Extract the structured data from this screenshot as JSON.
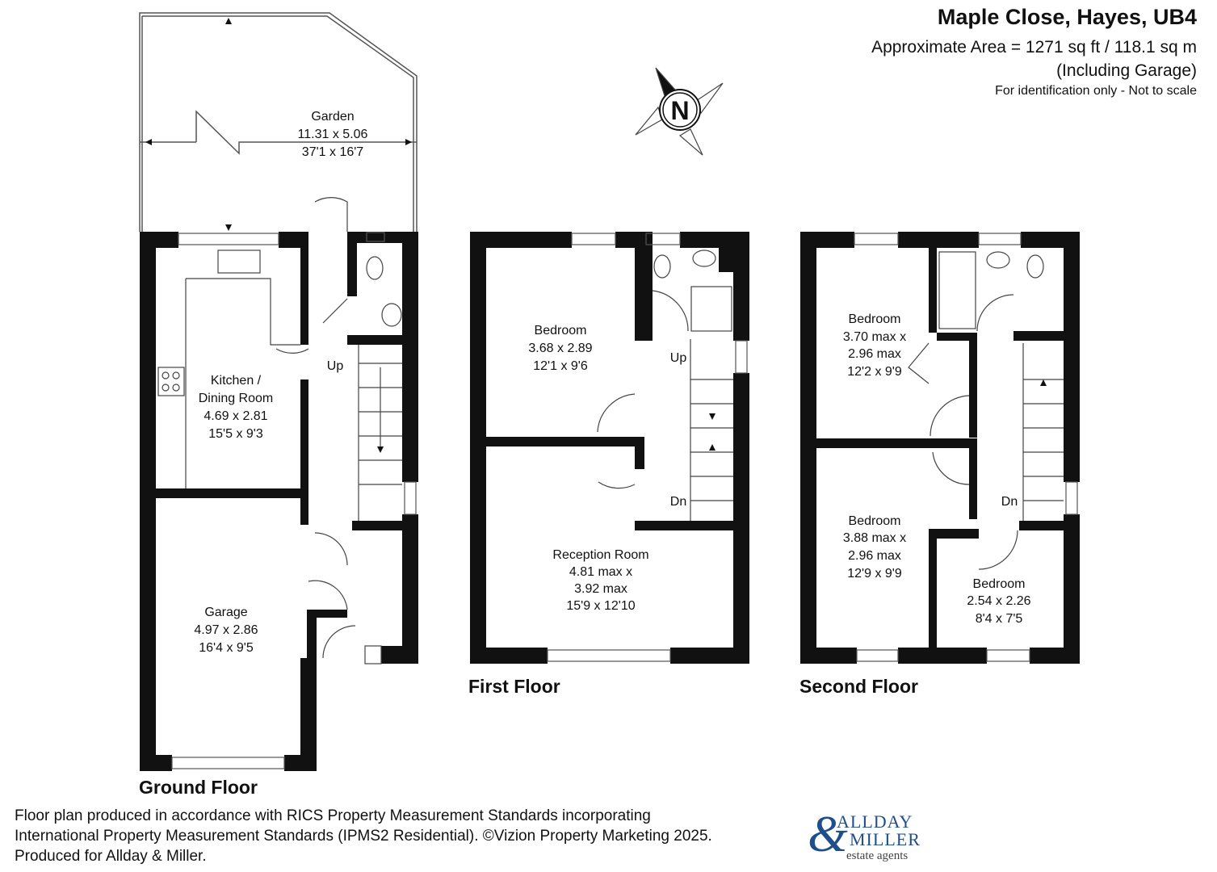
{
  "header": {
    "title": "Maple Close, Hayes, UB4",
    "area": "Approximate Area = 1271 sq ft / 118.1 sq m",
    "including": "(Including Garage)",
    "note": "For identification only - Not to scale"
  },
  "compass": {
    "letter": "N"
  },
  "rooms": {
    "garden": {
      "name": "Garden",
      "metric": "11.31 x 5.06",
      "imperial": "37'1 x 16'7"
    },
    "kitchen": {
      "name1": "Kitchen /",
      "name2": "Dining Room",
      "metric": "4.69 x 2.81",
      "imperial": "15'5 x 9'3"
    },
    "garage": {
      "name": "Garage",
      "metric": "4.97 x 2.86",
      "imperial": "16'4 x 9'5"
    },
    "ff_bedroom": {
      "name": "Bedroom",
      "metric": "3.68 x 2.89",
      "imperial": "12'1 x 9'6"
    },
    "reception": {
      "name": "Reception Room",
      "metric1": "4.81 max x",
      "metric2": "3.92 max",
      "imperial": "15'9 x 12'10"
    },
    "sf_bedroom1": {
      "name": "Bedroom",
      "metric1": "3.70 max x",
      "metric2": "2.96 max",
      "imperial": "12'2 x 9'9"
    },
    "sf_bedroom2": {
      "name": "Bedroom",
      "metric1": "3.88 max x",
      "metric2": "2.96 max",
      "imperial": "12'9 x 9'9"
    },
    "sf_bedroom3": {
      "name": "Bedroom",
      "metric": "2.54 x 2.26",
      "imperial": "8'4 x 7'5"
    }
  },
  "stairs": {
    "up": "Up",
    "down": "Dn"
  },
  "floors": {
    "ground": "Ground Floor",
    "first": "First Floor",
    "second": "Second Floor"
  },
  "footer": {
    "line1": "Floor plan produced in accordance with RICS Property Measurement Standards incorporating",
    "line2": "International Property Measurement Standards (IPMS2 Residential). ©Vizion Property Marketing 2025.",
    "line3": "Produced for Allday & Miller."
  },
  "logo": {
    "amp": "&",
    "line1": "ALLDAY",
    "line2": "MILLER",
    "line3": "estate agents"
  }
}
